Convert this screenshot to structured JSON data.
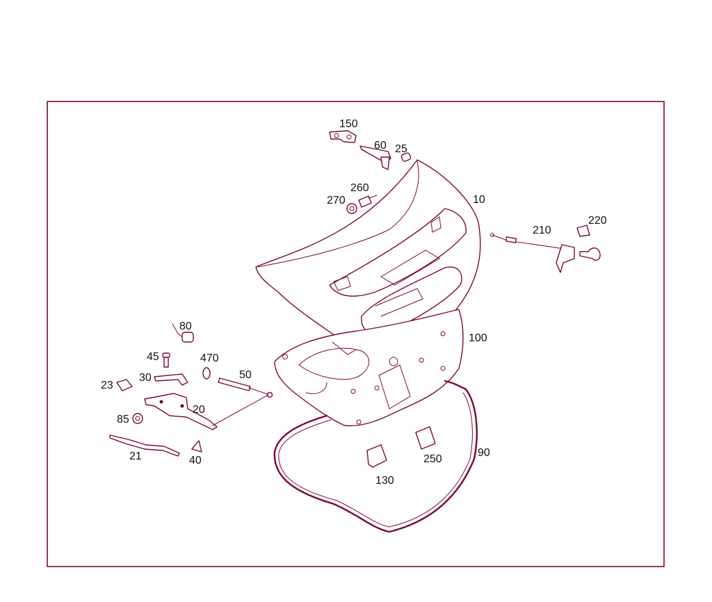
{
  "diagram": {
    "labels": {
      "p10": "10",
      "p20": "20",
      "p21": "21",
      "p23": "23",
      "p25": "25",
      "p30": "30",
      "p40": "40",
      "p45": "45",
      "p50": "50",
      "p60": "60",
      "p80": "80",
      "p85": "85",
      "p90": "90",
      "p100": "100",
      "p130": "130",
      "p150": "150",
      "p210": "210",
      "p220": "220",
      "p250": "250",
      "p260": "260",
      "p270": "270",
      "p470": "470"
    },
    "colors": {
      "line": "#7a0a2a",
      "text": "#111111",
      "background": "#ffffff"
    }
  }
}
